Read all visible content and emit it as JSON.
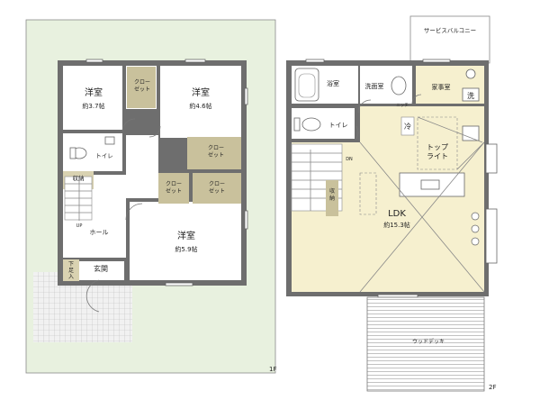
{
  "floor1": {
    "label": "1F",
    "rooms": {
      "western_top_left": {
        "name": "洋室",
        "size": "約3.7帖"
      },
      "closet_small": "クロー\nゼット",
      "western_top_right": {
        "name": "洋室",
        "size": "約4.6帖"
      },
      "toilet": "トイレ",
      "closet_mid_right": "クロー\nゼット",
      "storage": "収納",
      "closet_lower_a": "クロー\nゼット",
      "closet_lower_b": "クロー\nゼット",
      "hall": "ホール",
      "western_bottom": {
        "name": "洋室",
        "size": "約5.9帖"
      },
      "shoe_storage": "下足入",
      "entrance": "玄関",
      "up_marker": "UP"
    }
  },
  "floor2": {
    "label": "2F",
    "rooms": {
      "service_balcony": "サービスバルコニー",
      "bathroom": "浴室",
      "washroom": "洗面室",
      "utility": "家事室",
      "wash_mark": "洗",
      "niche": "ニッチ",
      "toilet": "トイレ",
      "fridge": "冷",
      "toplight": "トップ\nライト",
      "dn_marker": "DN",
      "storage": "収納",
      "ldk": {
        "name": "LDK",
        "size": "約15.3帖"
      },
      "wood_deck": "ウッドデッキ"
    }
  },
  "colors": {
    "wall": "#6e6e6e",
    "garden": "#e8f1df",
    "floor_cream": "#f6f0cf",
    "closet": "#c9c19c"
  }
}
